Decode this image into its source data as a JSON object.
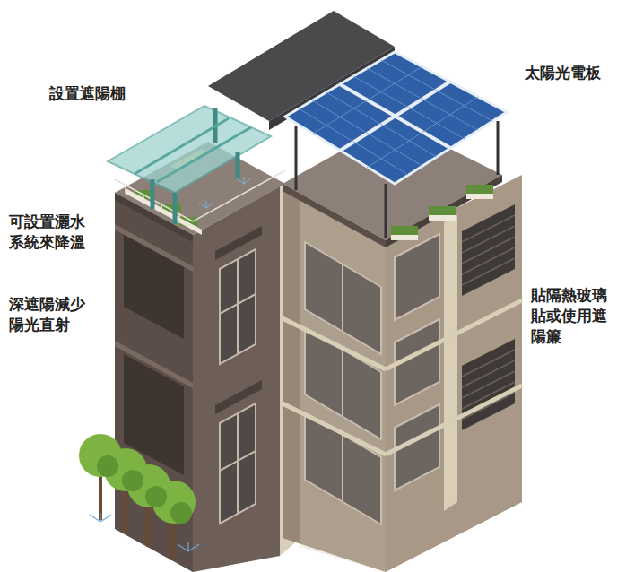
{
  "diagram": {
    "labels": [
      "設置遮陽棚",
      "太陽光電板",
      "可設置灑水 系統來降溫",
      "深遮陽減少 陽光直射",
      "貼隔熱玻璃 貼或使用遮 陽簾"
    ]
  }
}
